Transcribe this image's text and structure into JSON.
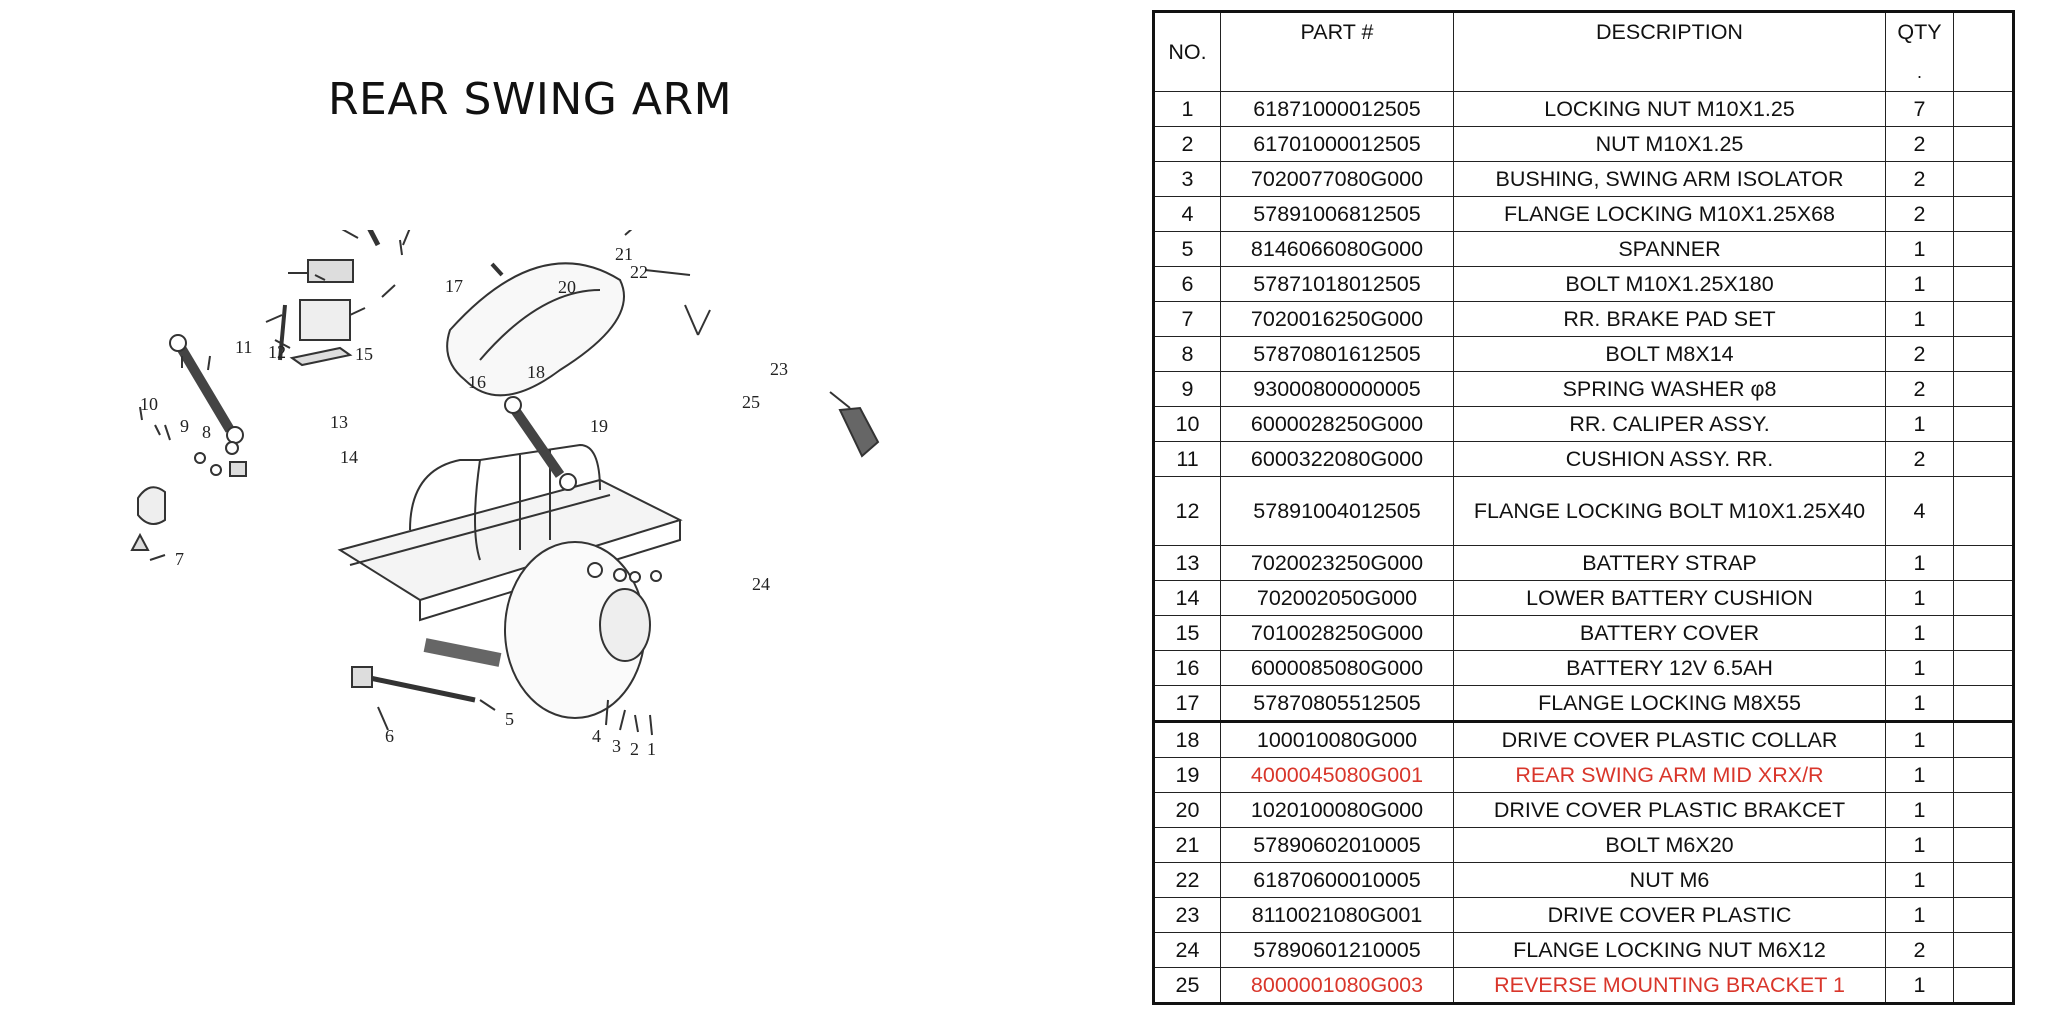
{
  "title": "REAR SWING ARM",
  "diagram": {
    "callouts": [
      "1",
      "2",
      "3",
      "4",
      "5",
      "6",
      "7",
      "8",
      "9",
      "10",
      "11",
      "12",
      "13",
      "14",
      "15",
      "16",
      "17",
      "18",
      "19",
      "20",
      "21",
      "22",
      "23",
      "24",
      "25"
    ]
  },
  "table": {
    "headers": {
      "no": "NO.",
      "part": "PART #",
      "description": "DESCRIPTION",
      "qty": "QTY",
      "qty_dot": ".",
      "extra": ""
    },
    "rows": [
      {
        "no": "1",
        "part": "61871000012505",
        "description": "LOCKING NUT M10X1.25",
        "qty": "7"
      },
      {
        "no": "2",
        "part": "61701000012505",
        "description": "NUT M10X1.25",
        "qty": "2"
      },
      {
        "no": "3",
        "part": "7020077080G000",
        "description": "BUSHING, SWING ARM ISOLATOR",
        "qty": "2"
      },
      {
        "no": "4",
        "part": "57891006812505",
        "description": "FLANGE LOCKING M10X1.25X68",
        "qty": "2"
      },
      {
        "no": "5",
        "part": "8146066080G000",
        "description": "SPANNER",
        "qty": "1"
      },
      {
        "no": "6",
        "part": "57871018012505",
        "description": "BOLT M10X1.25X180",
        "qty": "1"
      },
      {
        "no": "7",
        "part": "7020016250G000",
        "description": "RR. BRAKE PAD SET",
        "qty": "1"
      },
      {
        "no": "8",
        "part": "57870801612505",
        "description": "BOLT M8X14",
        "qty": "2"
      },
      {
        "no": "9",
        "part": "93000800000005",
        "description": "SPRING WASHER φ8",
        "qty": "2"
      },
      {
        "no": "10",
        "part": "6000028250G000",
        "description": "RR. CALIPER ASSY.",
        "qty": "1"
      },
      {
        "no": "11",
        "part": "6000322080G000",
        "description": "CUSHION ASSY. RR.",
        "qty": "2"
      },
      {
        "no": "12",
        "part": "57891004012505",
        "description": "FLANGE LOCKING BOLT M10X1.25X40",
        "qty": "4"
      },
      {
        "no": "13",
        "part": "7020023250G000",
        "description": "BATTERY STRAP",
        "qty": "1"
      },
      {
        "no": "14",
        "part": "702002050G000",
        "description": "LOWER BATTERY CUSHION",
        "qty": "1"
      },
      {
        "no": "15",
        "part": "7010028250G000",
        "description": "BATTERY COVER",
        "qty": "1"
      },
      {
        "no": "16",
        "part": "6000085080G000",
        "description": "BATTERY 12V 6.5AH",
        "qty": "1"
      },
      {
        "no": "17",
        "part": "57870805512505",
        "description": "FLANGE LOCKING M8X55",
        "qty": "1"
      },
      {
        "no": "18",
        "part": "100010080G000",
        "description": "DRIVE COVER PLASTIC COLLAR",
        "qty": "1"
      },
      {
        "no": "19",
        "part": "4000045080G001",
        "description": "REAR SWING ARM MID XRX/R",
        "qty": "1"
      },
      {
        "no": "20",
        "part": "1020100080G000",
        "description": "DRIVE COVER PLASTIC BRAKCET",
        "qty": "1"
      },
      {
        "no": "21",
        "part": "57890602010005",
        "description": "BOLT M6X20",
        "qty": "1"
      },
      {
        "no": "22",
        "part": "61870600010005",
        "description": "NUT M6",
        "qty": "1"
      },
      {
        "no": "23",
        "part": "8110021080G001",
        "description": "DRIVE COVER PLASTIC",
        "qty": "1"
      },
      {
        "no": "24",
        "part": "57890601210005",
        "description": "FLANGE LOCKING NUT M6X12",
        "qty": "2"
      },
      {
        "no": "25",
        "part": "8000001080G003",
        "description": "REVERSE MOUNTING BRACKET 1",
        "qty": "1"
      }
    ],
    "highlight_color": "#d9362b"
  }
}
